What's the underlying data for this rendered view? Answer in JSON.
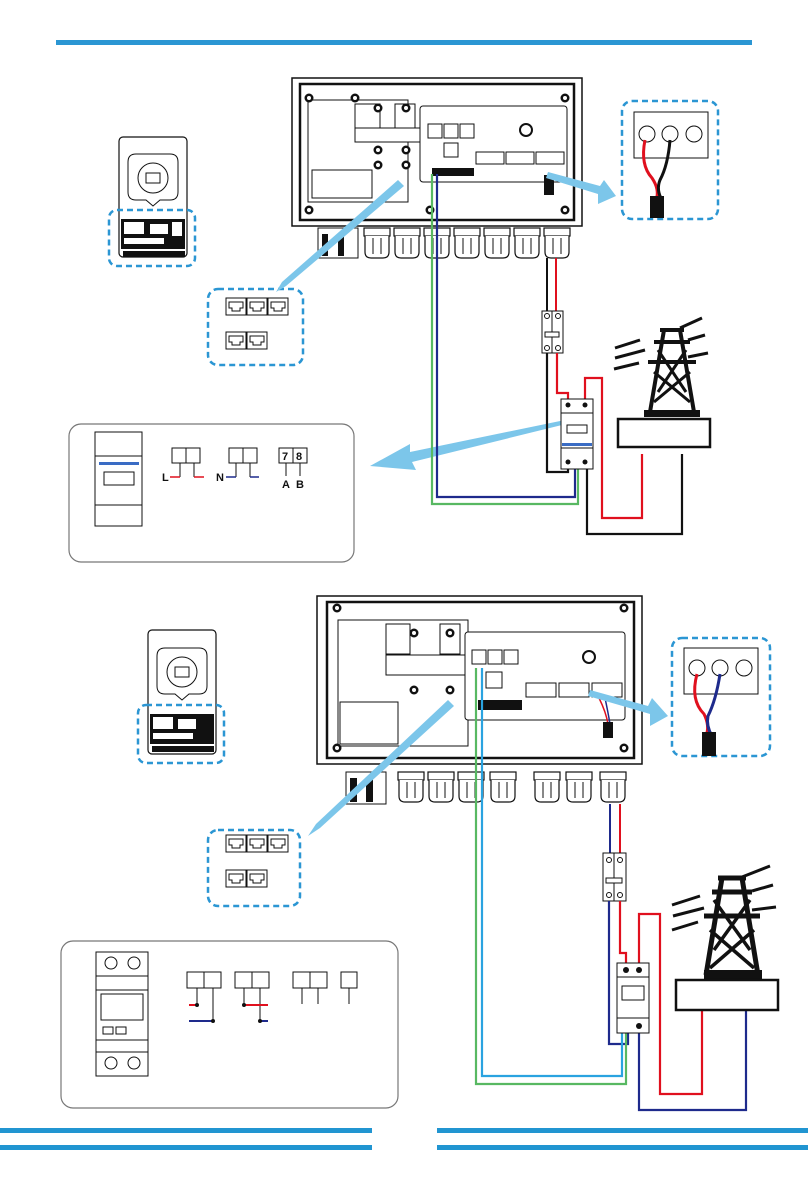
{
  "page": {
    "header_rule_color": "#2b96d3",
    "footer_rule_color": "#2195d1"
  },
  "colors": {
    "live": "#e0101e",
    "neutral": "#1e2a8c",
    "rs485_a": "#58b862",
    "rs485_b_top": "#1e2a8c",
    "rs485_b_bottom": "#2aa3e0",
    "callout_dash": "#2b96d3",
    "callout_arrow": "#7cc6ea",
    "black_wire": "#111111"
  },
  "diagrams": [
    {
      "id": "single-phase-meter-1",
      "meter_terminal_labels": {
        "live": "L",
        "neutral": "N",
        "rs485": [
          "7",
          "8"
        ],
        "rs485_signals": [
          "A",
          "B"
        ]
      }
    },
    {
      "id": "single-phase-meter-2",
      "meter_terminal_labels": {}
    }
  ],
  "components": {
    "inverter": "hybrid-inverter",
    "breaker": "double-pole-breaker",
    "meter": "energy-meter",
    "grid": "utility-grid-tower",
    "ports": "rj45-ports"
  }
}
